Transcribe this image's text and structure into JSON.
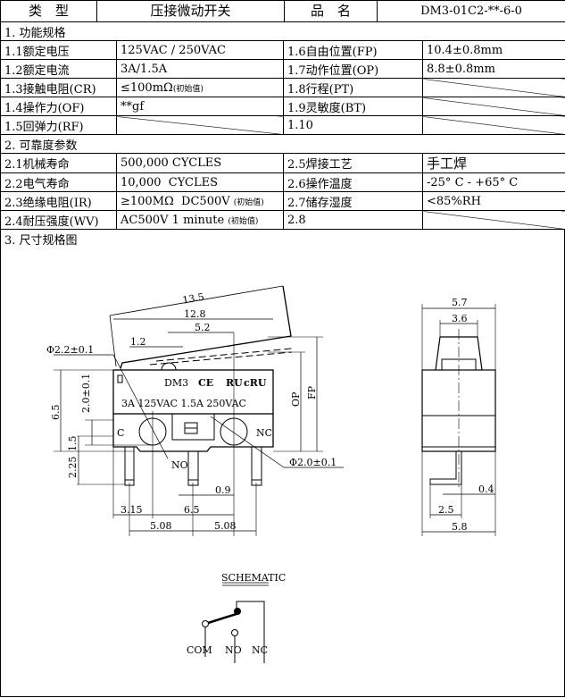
{
  "header": {
    "type_label": "类　型",
    "type_value": "压接微动开关",
    "name_label": "品　名",
    "name_value": "DM3-01C2-**-6-0"
  },
  "section1": {
    "title": "1. 功能规格",
    "rows": [
      {
        "l1": "1.1额定电压",
        "v1": "125VAC / 250VAC",
        "l2": "1.6自由位置(FP)",
        "v2": "10.4±0.8mm"
      },
      {
        "l1": "1.2额定电流",
        "v1": "3A/1.5A",
        "l2": "1.7动作位置(OP)",
        "v2": "8.8±0.8mm"
      },
      {
        "l1": "1.3接触电阻(CR)",
        "v1": "≤100mΩ",
        "v1_note": "(初始值)",
        "l2": "1.8行程(PT)",
        "v2": ""
      },
      {
        "l1": "1.4操作力(OF)",
        "v1": "**gf",
        "l2": "1.9灵敏度(BT)",
        "v2": ""
      },
      {
        "l1": "1.5回弹力(RF)",
        "v1": "",
        "l2": "1.10",
        "v2": ""
      }
    ]
  },
  "section2": {
    "title": "2. 可靠度参数",
    "rows": [
      {
        "l1": "2.1机械寿命",
        "v1": "500,000 CYCLES",
        "l2": "2.5焊接工艺",
        "v2": "手工焊"
      },
      {
        "l1": "2.2电气寿命",
        "v1": "10,000  CYCLES",
        "l2": "2.6操作温度",
        "v2": "-25° C - +65° C"
      },
      {
        "l1": "2.3绝缘电阻(IR)",
        "v1": "≥100MΩ  DC500V",
        "v1_note": "(初始值)",
        "l2": "2.7储存湿度",
        "v2": "<85%RH"
      },
      {
        "l1": "2.4耐压强度(WV)",
        "v1": "AC500V 1 minute",
        "v1_note": "(初始值)",
        "l2": "2.8",
        "v2": ""
      }
    ]
  },
  "section3": {
    "title": "3. 尺寸规格图"
  },
  "drawing": {
    "front": {
      "model": "DM3",
      "marking": "3A 125VAC 1.5A 250VAC",
      "ce": "CE",
      "ul": "RU",
      "cul": "cRU",
      "pin_c": "C",
      "pin_no": "NO",
      "pin_nc": "NC",
      "dims": {
        "d135": "13.5",
        "d128": "12.8",
        "d52": "5.2",
        "d12": "1.2",
        "phi22": "Φ2.2±0.1",
        "d65v": "6.5",
        "d20": "2.0±0.1",
        "d15": "1.5",
        "d225": "2.25",
        "phi20": "Φ2.0±0.1",
        "d09": "0.9",
        "d315": "3.15",
        "d65h": "6.5",
        "d508a": "5.08",
        "d508b": "5.08",
        "op": "OP",
        "fp": "FP"
      }
    },
    "side": {
      "d57": "5.7",
      "d36": "3.6",
      "d04": "0.4",
      "d25": "2.5",
      "d58": "5.8"
    },
    "schematic": {
      "title": "SCHEMATIC",
      "com": "COM",
      "no": "NO",
      "nc": "NC"
    }
  }
}
